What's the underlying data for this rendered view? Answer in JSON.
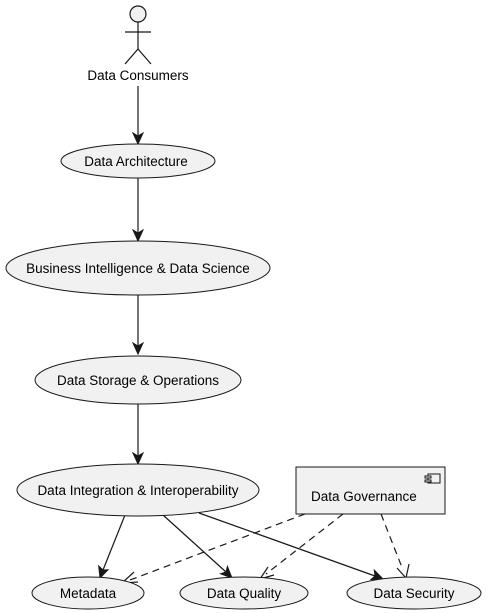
{
  "actor": {
    "label": "Data Consumers"
  },
  "nodes": {
    "architecture": "Data Architecture",
    "bi_ds": "Business Intelligence & Data Science",
    "storage": "Data Storage & Operations",
    "integration": "Data Integration & Interoperability",
    "metadata": "Metadata",
    "quality": "Data Quality",
    "security": "Data Security"
  },
  "component": {
    "label": "Data Governance"
  },
  "edges": [
    {
      "from": "actor",
      "to": "architecture",
      "style": "solid"
    },
    {
      "from": "architecture",
      "to": "bi_ds",
      "style": "solid"
    },
    {
      "from": "bi_ds",
      "to": "storage",
      "style": "solid"
    },
    {
      "from": "storage",
      "to": "integration",
      "style": "solid"
    },
    {
      "from": "integration",
      "to": "metadata",
      "style": "solid"
    },
    {
      "from": "integration",
      "to": "quality",
      "style": "solid"
    },
    {
      "from": "integration",
      "to": "security",
      "style": "solid"
    },
    {
      "from": "governance",
      "to": "metadata",
      "style": "dashed"
    },
    {
      "from": "governance",
      "to": "quality",
      "style": "dashed"
    },
    {
      "from": "governance",
      "to": "security",
      "style": "dashed"
    }
  ]
}
